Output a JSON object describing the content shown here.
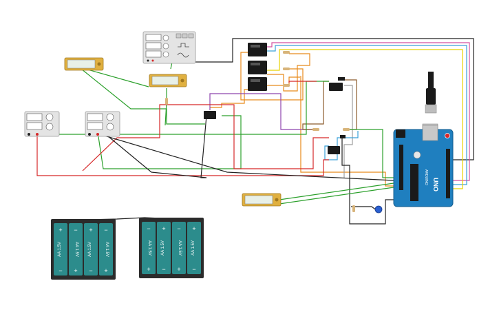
{
  "app": {
    "title": ""
  },
  "colors": {
    "wire_green": "#2ca02c",
    "wire_red": "#d62728",
    "wire_black": "#222222",
    "wire_orange": "#e88a1a",
    "wire_purple": "#8e44ad",
    "wire_brown": "#8b5a2b",
    "wire_blue": "#3aa0d8",
    "wire_yellow": "#e8d200",
    "wire_pink": "#d44fa0",
    "wire_gray": "#9e9e9e",
    "arduino_board": "#1f7fbf",
    "battery_teal": "#2c8c8c",
    "battery_case": "#2b2b2b",
    "lcd_body": "#e0b040",
    "lcd_screen": "#e8f0e8",
    "instrument_body": "#e4e4e4"
  },
  "arduino": {
    "brand": "ARDUINO",
    "model": "UNO",
    "usb_cable": "usb-cable"
  },
  "battery_packs": [
    {
      "cells": [
        {
          "label": "AA 1.5V",
          "plus": "+",
          "minus": "−"
        },
        {
          "label": "AA 1.5V",
          "plus": "+",
          "minus": "−"
        },
        {
          "label": "AA 1.5V",
          "plus": "+",
          "minus": "−"
        },
        {
          "label": "AA 1.5V",
          "plus": "+",
          "minus": "−"
        }
      ]
    },
    {
      "cells": [
        {
          "label": "AA 1.5V",
          "plus": "+",
          "minus": "−"
        },
        {
          "label": "AA 1.5V",
          "plus": "+",
          "minus": "−"
        },
        {
          "label": "AA 1.5V",
          "plus": "+",
          "minus": "−"
        },
        {
          "label": "AA 1.5V",
          "plus": "+",
          "minus": "−"
        }
      ]
    }
  ],
  "components": {
    "lcd_displays": 3,
    "multimeters": 2,
    "function_generator": 1,
    "relays": 3,
    "transistor_drivers": 3,
    "capacitor_color": "#2a5fd0"
  }
}
